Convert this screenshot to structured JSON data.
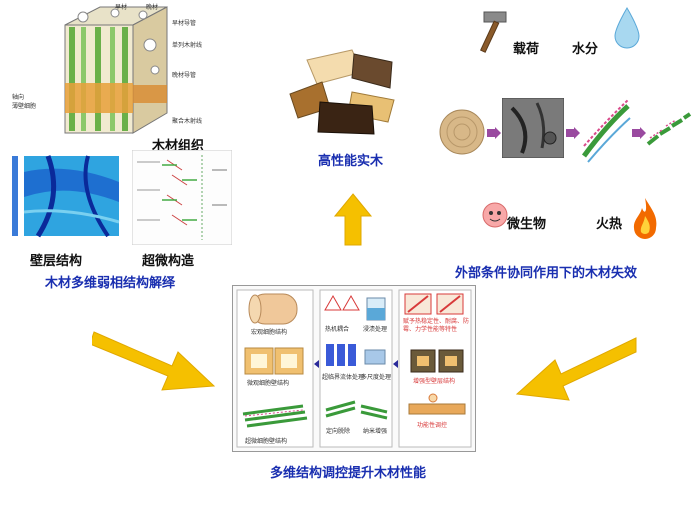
{
  "wood_structure": {
    "top_labels": [
      "早材",
      "晚材"
    ],
    "side_labels": [
      "早材导管",
      "单列木射线",
      "晚材导管",
      "聚合木射线"
    ],
    "left_label": "轴向\n薄壁细胞",
    "tissue_caption": "木材组织",
    "wall_caption": "壁层结构",
    "micro_caption": "超微构造",
    "section_caption": "木材多维弱相结构解绎"
  },
  "product": {
    "caption": "高性能实木"
  },
  "failure": {
    "load": "载荷",
    "water": "水分",
    "microbe": "微生物",
    "fire": "火热",
    "section_caption": "外部条件协同作用下的木材失效"
  },
  "regulation": {
    "macro": "宏观细胞结构",
    "micro_cell": "微观细胞壁结构",
    "ultra": "超微细胞壁结构",
    "step1": "热机耦合",
    "step2": "浸渍处理",
    "step3": "超临界流体处理",
    "step4": "多尺度处理",
    "step5": "定向脱除",
    "step6": "纳米增强",
    "result1": "赋予热稳定性、耐腐、防霉、力学性能等特性",
    "result2": "增强型壁层结构",
    "result3": "功能性调控",
    "section_caption": "多维结构调控提升木材性能"
  },
  "colors": {
    "caption_blue": "#1a2fb0",
    "arrow_yellow": "#f5c000",
    "fire_orange": "#f26a00"
  }
}
